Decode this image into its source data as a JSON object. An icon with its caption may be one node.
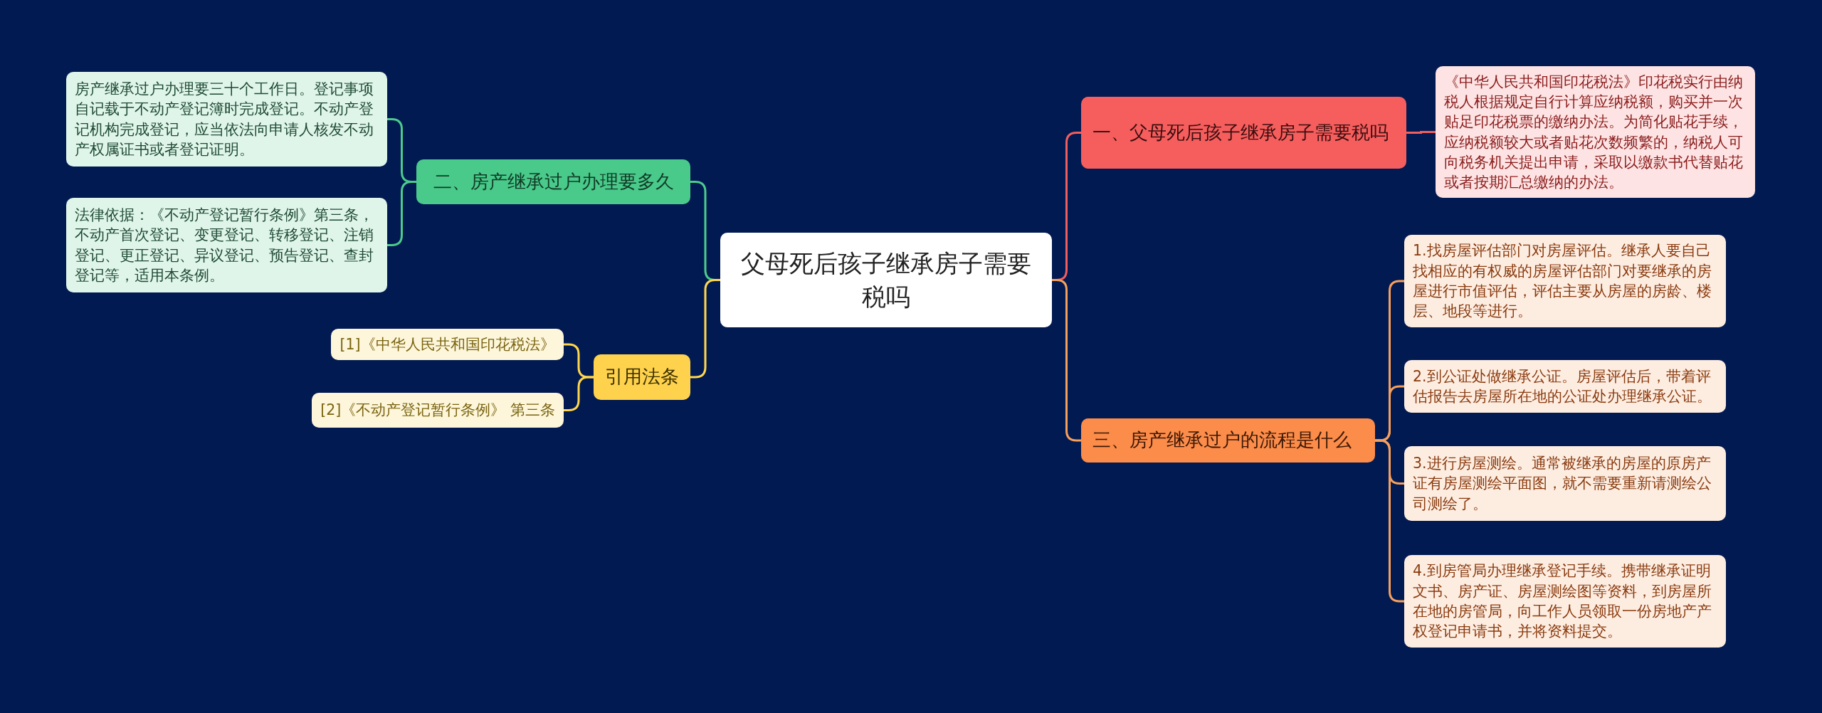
{
  "diagram": {
    "nodes": [
      {
        "text": [
          "父母死后孩子继承房子需要税吗"
        ]
      },
      {
        "text": [
          "一、父母死后孩子继承房子需要税吗"
        ]
      },
      {
        "text": [
          "《中华人民共和国印花税法》印花税实行由纳税人根据规定自行计算应纳税额，购买并一次贴足印花税票的缴纳办法。为简化贴花手续，应纳税额较大或者贴花次数频繁的，纳税人可向税务机关提出申请，采取以缴款书代替贴花或者按期汇总缴纳的办法。"
        ]
      },
      {
        "text": [
          "三、房产继承过户的流程是什么"
        ]
      },
      {
        "text": [
          "1.找房屋评估部门对房屋评估。继承人要自己找相应的有权威的房屋评估部门对要继承的房屋进行市值评估，评估主要从房屋的房龄、楼层、地段等进行。"
        ]
      },
      {
        "text": [
          "2.到公证处做继承公证。房屋评估后，带着评估报告去房屋所在地的公证处办理继承公证。"
        ]
      },
      {
        "text": [
          "3.进行房屋测绘。通常被继承的房屋的原房产证有房屋测绘平面图，就不需要重新请测绘公司测绘了。"
        ]
      },
      {
        "text": [
          "4.到房管局办理继承登记手续。携带继承证明文书、房产证、房屋测绘图等资料，到房屋所在地的房管局，向工作人员领取一份房地产产权登记申请书，并将资料提交。"
        ]
      },
      {
        "text": [
          "二、房产继承过户办理要多久"
        ]
      },
      {
        "text": [
          "房产继承过户办理要三十个工作日。登记事项自记载于不动产登记簿时完成登记。不动产登记机构完成登记，应当依法向申请人核发不动产权属证书或者登记证明。"
        ]
      },
      {
        "text": [
          "法律依据：《不动产登记暂行条例》第三条，不动产首次登记、变更登记、转移登记、注销登记、更正登记、异议登记、预告登记、查封登记等，适用本条例。"
        ]
      },
      {
        "text": [
          "引用法条"
        ]
      },
      {
        "text": [
          "[1]《中华人民共和国印花税法》"
        ]
      },
      {
        "text": [
          "[2]《不动产登记暂行条例》 第三条"
        ]
      }
    ],
    "edges": [
      {
        "from": 0,
        "to": 1,
        "arrow": "none",
        "color": "#f25d5d"
      },
      {
        "from": 1,
        "to": 2,
        "arrow": "none",
        "color": "#f25d5d"
      },
      {
        "from": 0,
        "to": 3,
        "arrow": "none",
        "color": "#f7a05c"
      },
      {
        "from": 3,
        "to": 4,
        "arrow": "none",
        "color": "#f7a05c"
      },
      {
        "from": 3,
        "to": 5,
        "arrow": "none",
        "color": "#f7a05c"
      },
      {
        "from": 3,
        "to": 6,
        "arrow": "none",
        "color": "#f7a05c"
      },
      {
        "from": 3,
        "to": 7,
        "arrow": "none",
        "color": "#f7a05c"
      },
      {
        "from": 0,
        "to": 8,
        "arrow": "none",
        "color": "#4ccb8c"
      },
      {
        "from": 8,
        "to": 9,
        "arrow": "none",
        "color": "#4ccb8c"
      },
      {
        "from": 8,
        "to": 10,
        "arrow": "none",
        "color": "#4ccb8c"
      },
      {
        "from": 0,
        "to": 11,
        "arrow": "none",
        "color": "#ffd64d"
      },
      {
        "from": 11,
        "to": 12,
        "arrow": "none",
        "color": "#ffd64d"
      },
      {
        "from": 11,
        "to": 13,
        "arrow": "none",
        "color": "#ffd64d"
      }
    ]
  }
}
